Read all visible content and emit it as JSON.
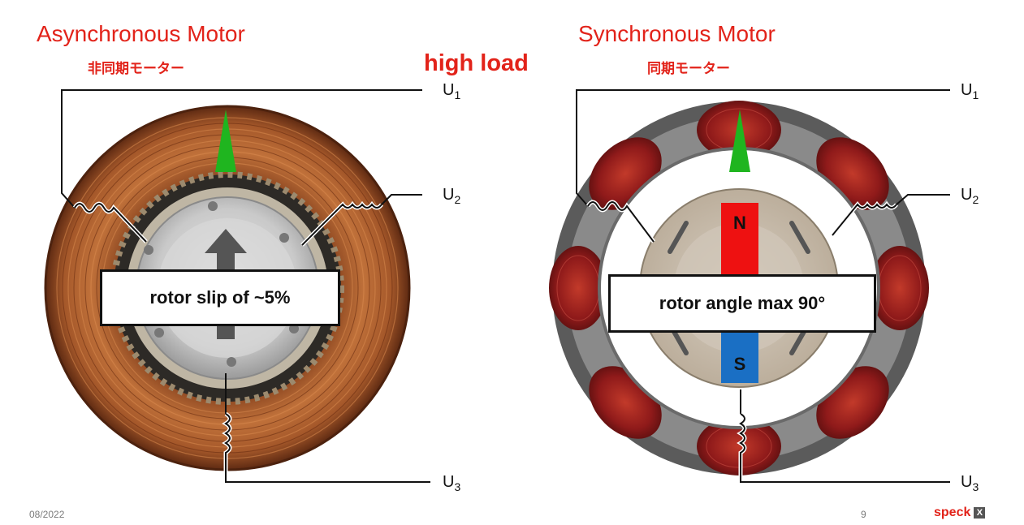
{
  "left": {
    "title": "Asynchronous Motor",
    "subtitle": "非同期モーター",
    "box_label": "rotor slip of ~5%"
  },
  "right": {
    "title": "Synchronous Motor",
    "subtitle": "同期モーター",
    "box_label": "rotor angle max 90°",
    "pole_n": "N",
    "pole_s": "S"
  },
  "high_load": "high load",
  "terminals": {
    "u": "U",
    "sub1": "1",
    "sub2": "2",
    "sub3": "3"
  },
  "footer": {
    "date": "08/2022",
    "page": "9",
    "brand": "speck",
    "brand_icon": "X"
  },
  "colors": {
    "accent_red": "#e2231a",
    "arrow_green": "#1fb51f",
    "copper": "#b5652f",
    "coil_red": "#8f1a1a",
    "pole_n": "#ee1111",
    "pole_s": "#1a6fc4"
  }
}
